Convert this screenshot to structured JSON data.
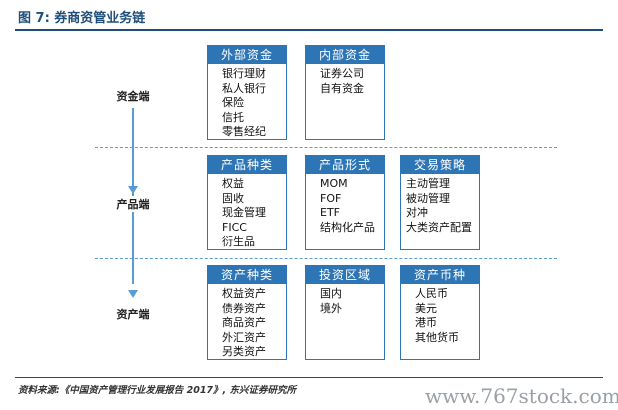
{
  "title": "图 7: 券商资管业务链",
  "levels": [
    "资金端",
    "产品端",
    "资产端"
  ],
  "boxes": [
    {
      "header": "外部资金",
      "items": [
        "银行理财",
        "私人银行",
        "保险",
        "信托",
        "零售经纪"
      ]
    },
    {
      "header": "内部资金",
      "items": [
        "证券公司",
        "自有资金"
      ]
    },
    {
      "header": "产品种类",
      "items": [
        "权益",
        "固收",
        "现金管理",
        "FICC",
        "衍生品"
      ]
    },
    {
      "header": "产品形式",
      "items": [
        "MOM",
        "FOF",
        "ETF",
        "结构化产品"
      ]
    },
    {
      "header": "交易策略",
      "items": [
        "主动管理",
        "被动管理",
        "对冲",
        "大类资产配置"
      ]
    },
    {
      "header": "资产种类",
      "items": [
        "权益资产",
        "债券资产",
        "商品资产",
        "外汇资产",
        "另类资产"
      ]
    },
    {
      "header": "投资区域",
      "items": [
        "国内",
        "境外"
      ]
    },
    {
      "header": "资产币种",
      "items": [
        "人民币",
        "美元",
        "港币",
        "其他货币"
      ]
    }
  ],
  "source": "资料来源:《中国资产管理行业发展报告 2017》, 东兴证券研究所",
  "watermark": "www.767stock.com",
  "colors": {
    "header_bg": "#2e75b6",
    "title": "#1f4e79",
    "line": "#5b9bd5"
  }
}
